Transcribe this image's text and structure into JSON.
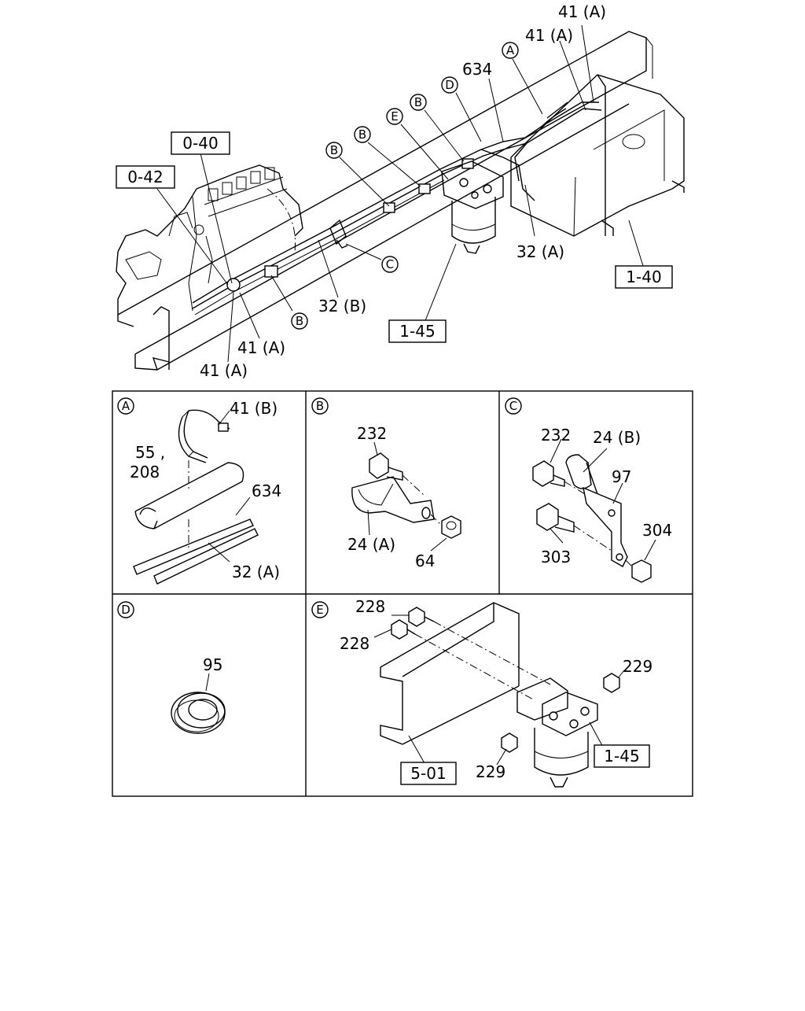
{
  "main": {
    "labels": {
      "l41a_top1": "41 (A)",
      "l41a_top2": "41 (A)",
      "l634": "634",
      "l32a": "32 (A)",
      "l32b": "32 (B)",
      "l41a_bot1": "41 (A)",
      "l41a_bot2": "41 (A)"
    },
    "refs": {
      "r040": "0-40",
      "r042": "0-42",
      "r140": "1-40",
      "r145": "1-45"
    },
    "callouts": {
      "cA": "A",
      "cB1": "B",
      "cB2": "B",
      "cB3": "B",
      "cB4": "B",
      "cC": "C",
      "cD": "D",
      "cE": "E"
    }
  },
  "details": {
    "A": {
      "tag": "A",
      "labels": {
        "l41b": "41 (B)",
        "l55": "55 ,",
        "l208": "208",
        "l634": "634",
        "l32a": "32 (A)"
      }
    },
    "B": {
      "tag": "B",
      "labels": {
        "l232": "232",
        "l24a": "24 (A)",
        "l64": "64"
      }
    },
    "C": {
      "tag": "C",
      "labels": {
        "l232": "232",
        "l24b": "24 (B)",
        "l97": "97",
        "l303": "303",
        "l304": "304"
      }
    },
    "D": {
      "tag": "D",
      "labels": {
        "l95": "95"
      }
    },
    "E": {
      "tag": "E",
      "labels": {
        "l228a": "228",
        "l228b": "228",
        "l229a": "229",
        "l229b": "229"
      },
      "refs": {
        "r501": "5-01",
        "r145": "1-45"
      }
    }
  }
}
